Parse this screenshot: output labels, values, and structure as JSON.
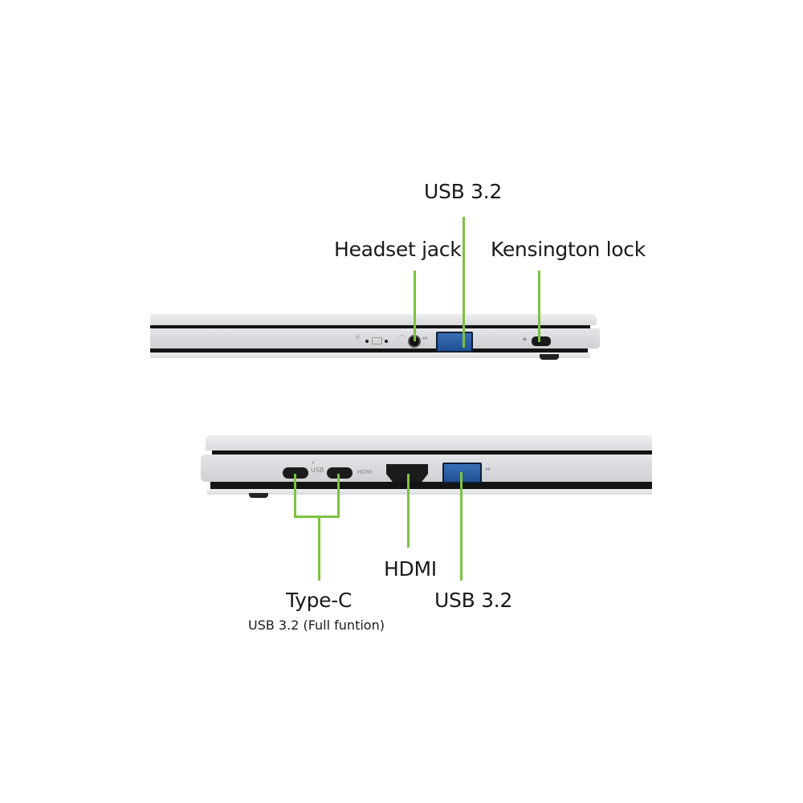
{
  "top_view": {
    "labels": {
      "usb": "USB 3.2",
      "headset": "Headset jack",
      "kensington": "Kensington lock"
    },
    "indicator_icons": [
      "power-light-icon",
      "battery-light-icon",
      "headset-icon",
      "usb-icon",
      "lock-icon"
    ]
  },
  "bottom_view": {
    "labels": {
      "typec": "Type-C",
      "typec_sub": "USB 3.2 (Full funtion)",
      "hdmi": "HDMI",
      "usb": "USB 3.2"
    },
    "port_markings": {
      "hdmi": "HDMI",
      "usb": "⇷"
    }
  },
  "colors": {
    "callout_line": "#7dc242",
    "usb_port": "#2a5fa8",
    "chassis": "#e2e3e6"
  }
}
